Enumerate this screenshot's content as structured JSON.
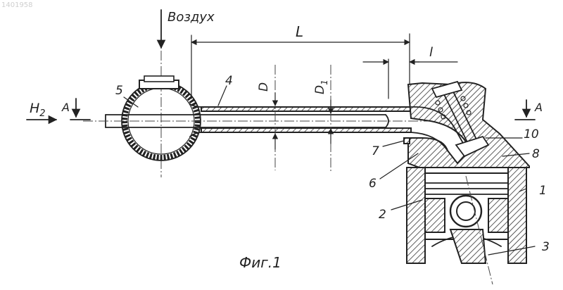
{
  "watermark": "1401958",
  "caption": "Фиг.1",
  "labels": {
    "air": "Воздух",
    "h2": "H",
    "h2_sub": "2",
    "section_a": "A",
    "length_L": "L",
    "length_l": "l",
    "diam_D": "D",
    "diam_D1": "D",
    "diam_D1_sub": "1"
  },
  "parts": [
    "1",
    "2",
    "3",
    "4",
    "5",
    "6",
    "7",
    "8",
    "10"
  ]
}
